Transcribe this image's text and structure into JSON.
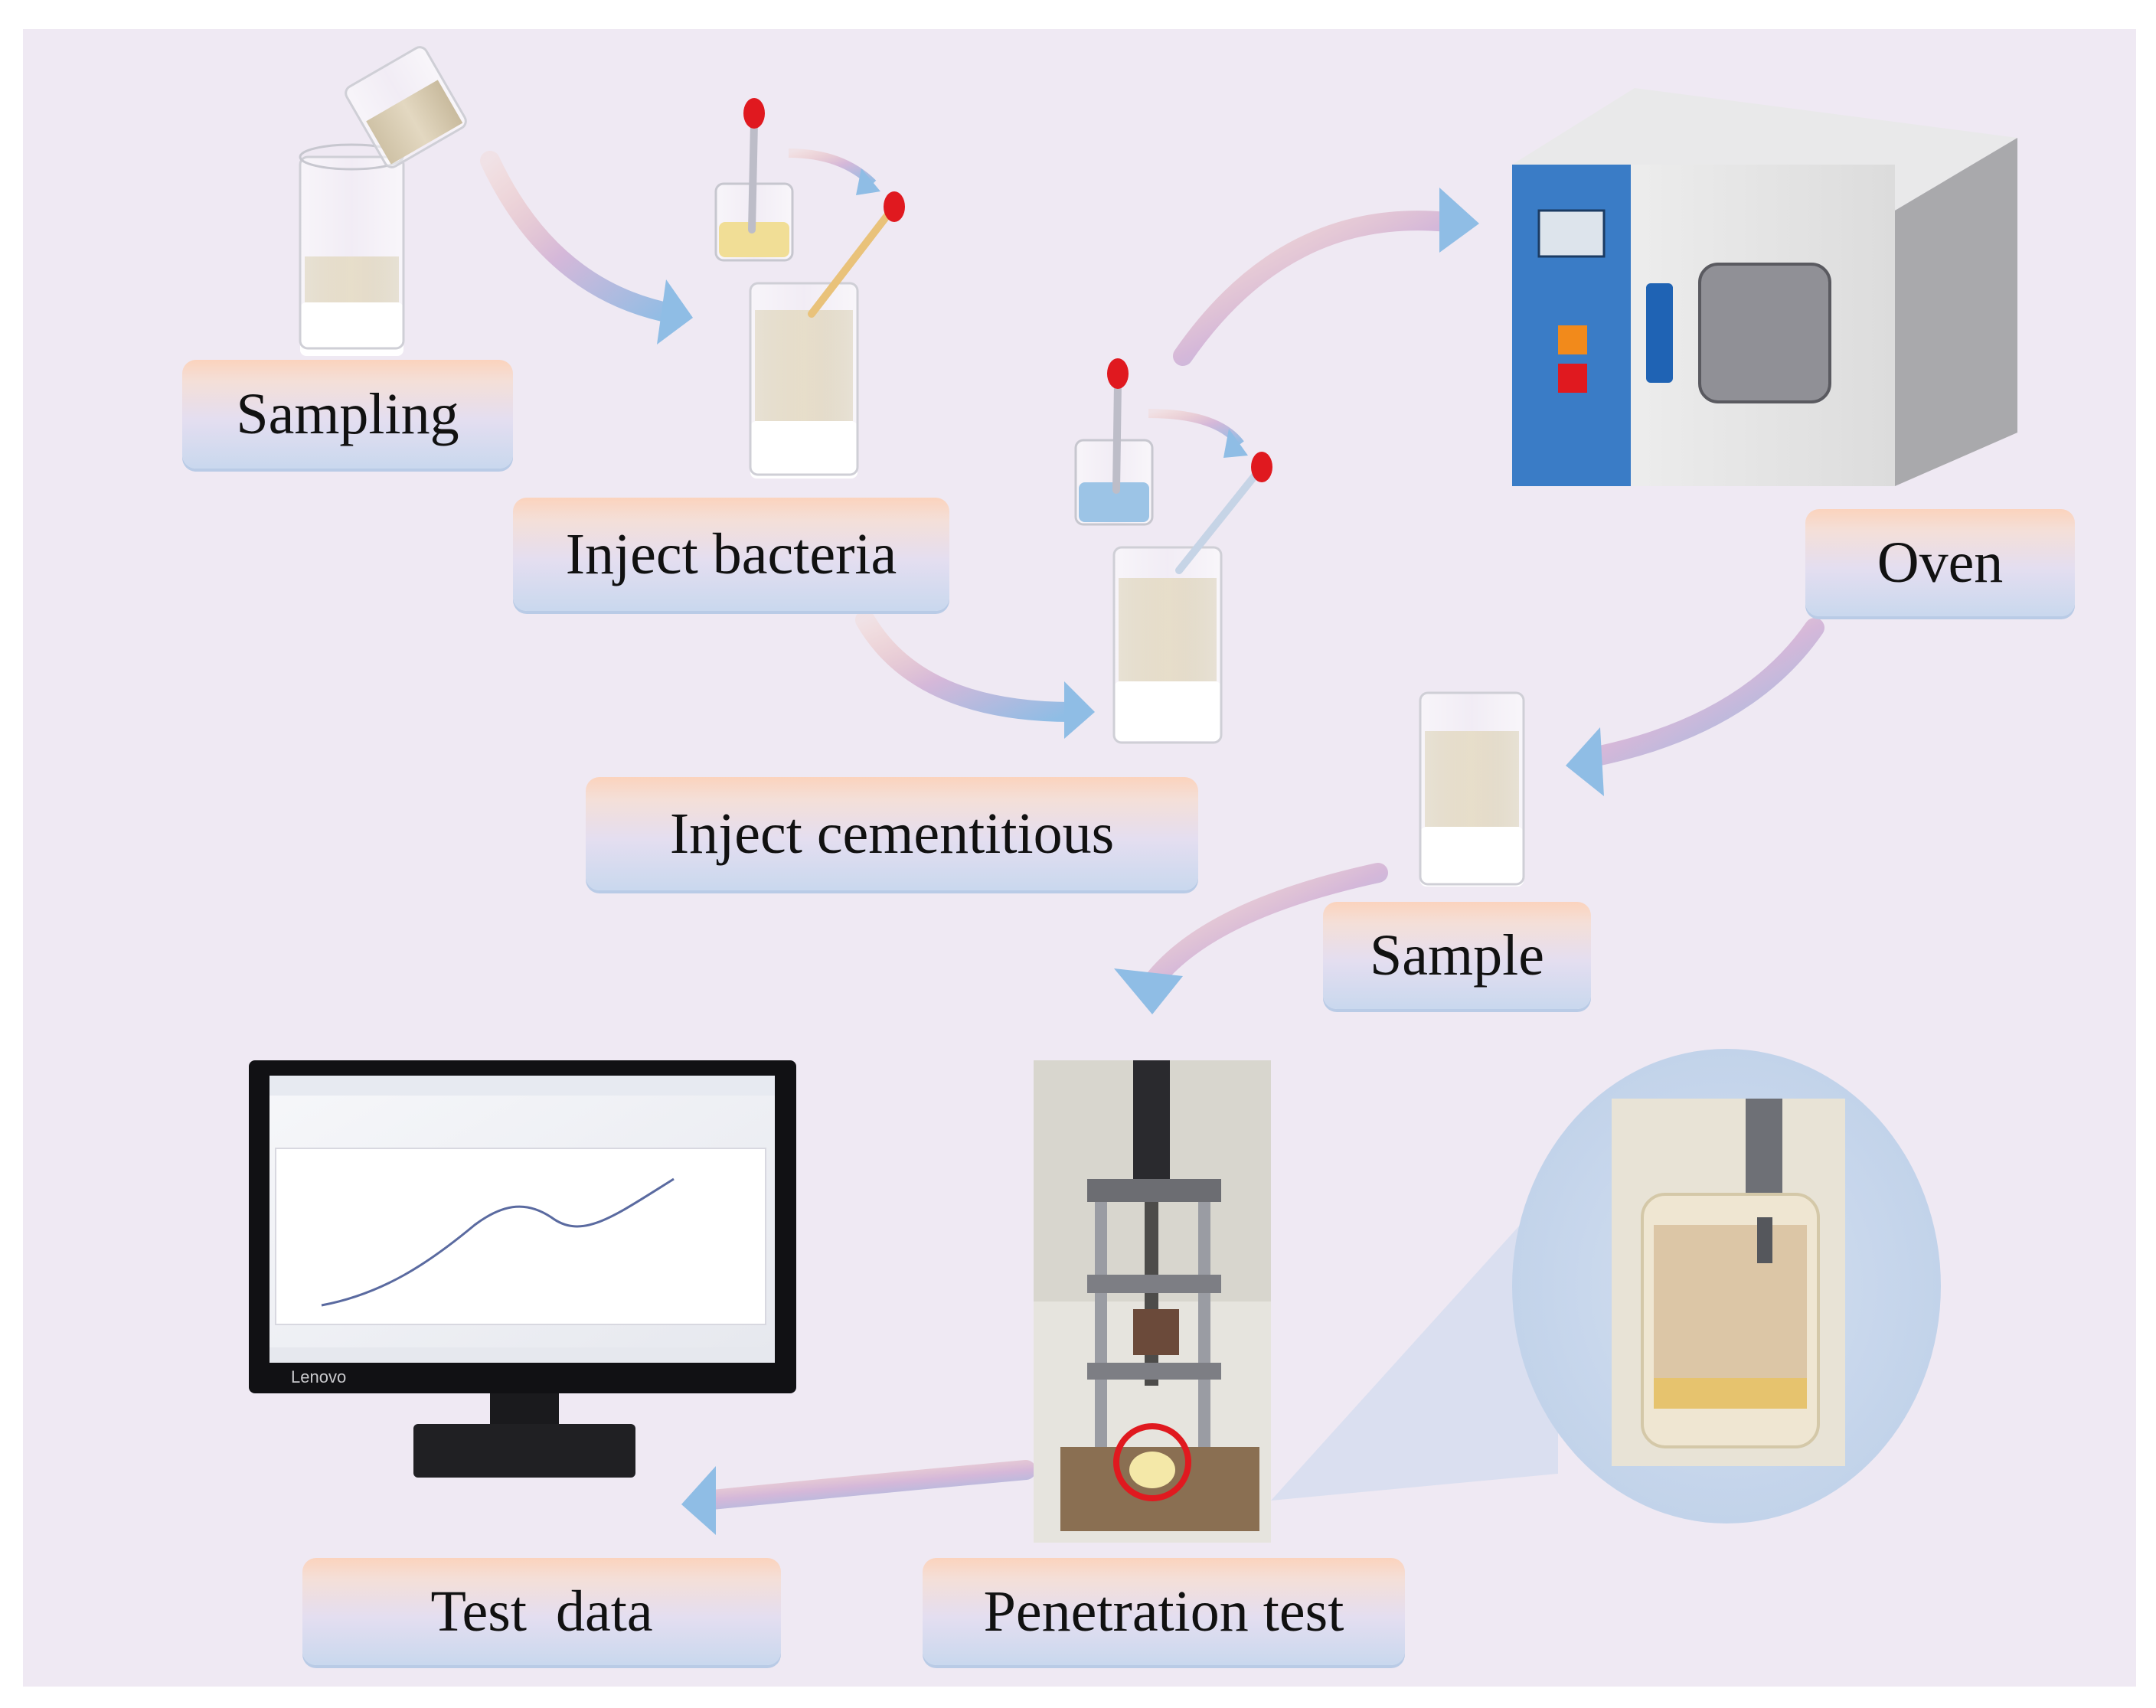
{
  "labels": {
    "sampling": "Sampling",
    "inject_bacteria": "Inject bacteria",
    "inject_cementitious": "Inject cementitious",
    "oven": "Oven",
    "sample": "Sample",
    "penetration_test": "Penetration test",
    "test_data": "Test  data"
  },
  "monitor": {
    "brand": "Lenovo"
  },
  "colors": {
    "frame_bg": "#efe9f3",
    "border_top": "#2e6aa6",
    "border_bottom": "#e3721c",
    "arrow": "#9cc2e6",
    "sand": "#d9cdb4",
    "bacteria_liquid": "#f1de96",
    "cement_liquid": "#9cc4e6",
    "oven_panel": "#3a7cc6",
    "highlight_circle": "#e0191f"
  },
  "icons": [
    "pouring-beaker-icon",
    "sand-beaker-icon",
    "pipette-icon",
    "small-beaker-icon",
    "oven-icon",
    "monitor-icon",
    "penetration-rig-photo",
    "zoom-photo"
  ]
}
